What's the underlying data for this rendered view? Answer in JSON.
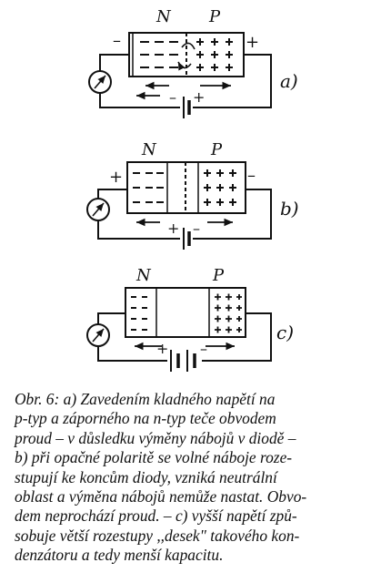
{
  "figure": {
    "diagrams": [
      {
        "id": "a",
        "label": "a)",
        "n_label": "N",
        "p_label": "P",
        "left_terminal": "–",
        "right_terminal": "+",
        "battery_left": "–",
        "battery_right": "+"
      },
      {
        "id": "b",
        "label": "b)",
        "n_label": "N",
        "p_label": "P",
        "left_terminal": "+",
        "right_terminal": "–",
        "battery_left": "+",
        "battery_right": "–"
      },
      {
        "id": "c",
        "label": "c)",
        "n_label": "N",
        "p_label": "P",
        "left_terminal": "",
        "right_terminal": "",
        "battery_left": "+",
        "battery_right": "–"
      }
    ],
    "icons": [
      "ammeter-icon",
      "battery-icon",
      "arrow-icon"
    ]
  },
  "caption": {
    "lines": [
      "Obr. 6: a) Zavedením kladného napětí na",
      "p-typ a záporného na n-typ teče obvodem",
      "proud – v důsledku výměny nábojů v diodě –",
      "b) při opačné polaritě se volné náboje roze-",
      "stupují ke koncům diody, vzniká neutrální",
      "oblast a výměna nábojů nemůže nastat. Obvo-",
      "dem neprochází proud. – c) vyšší napětí způ-",
      "sobuje větší rozestupy ,,desek\" takového kon-",
      "denzátoru a tedy menší kapacitu."
    ]
  }
}
